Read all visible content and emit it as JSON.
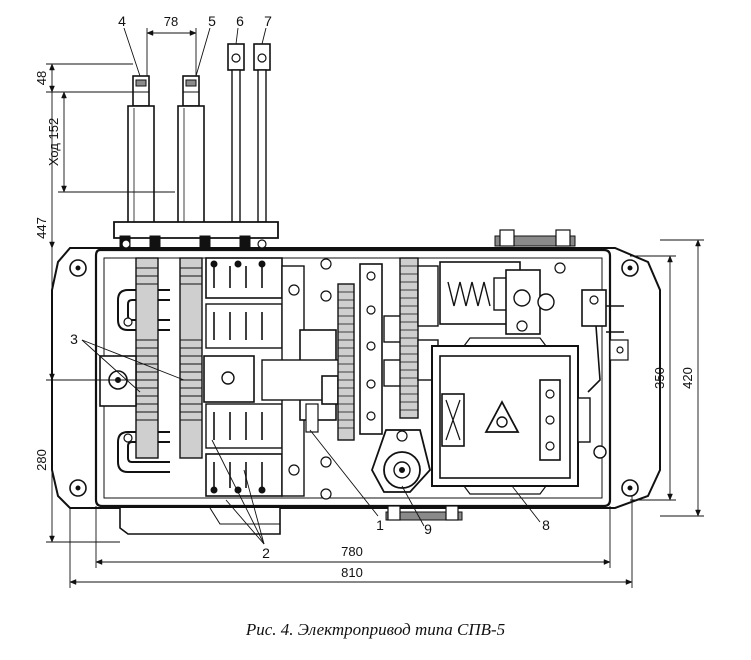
{
  "caption": "Рис. 4. Электропривод типа СПВ-5",
  "dimensions": {
    "d78": "78",
    "d48": "48",
    "stroke": "Ход 152",
    "d447": "447",
    "d280": "280",
    "d780": "780",
    "d810": "810",
    "d350": "350",
    "d420": "420"
  },
  "callouts": {
    "c1": "1",
    "c2": "2",
    "c3": "3",
    "c4": "4",
    "c5": "5",
    "c6": "6",
    "c7": "7",
    "c8": "8",
    "c9": "9"
  }
}
